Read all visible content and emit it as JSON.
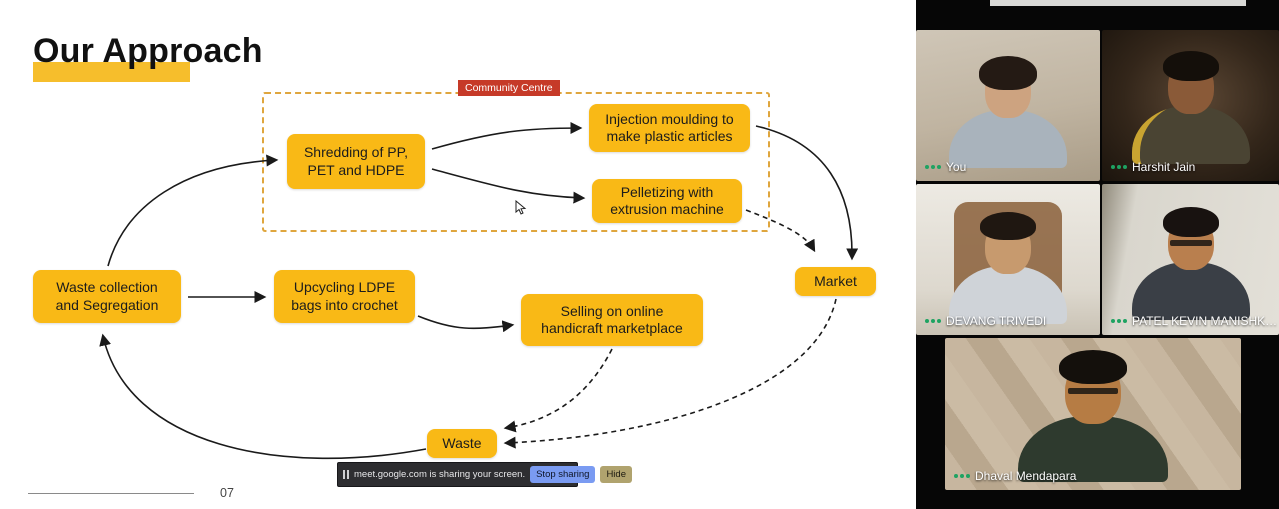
{
  "slide": {
    "title": "Our Approach",
    "page_number": "07",
    "diagram": {
      "community_centre_label": "Community Centre",
      "nodes": {
        "shredding": "Shredding of PP, PET and HDPE",
        "injection_moulding": "Injection moulding to make plastic articles",
        "pelletizing": "Pelletizing with extrusion machine",
        "waste_collection": "Waste collection and Segregation",
        "upcycling": "Upcycling LDPE bags into crochet",
        "selling": "Selling on online handicraft marketplace",
        "market": "Market",
        "waste": "Waste"
      }
    },
    "colors": {
      "node_yellow": "#F9B916",
      "community_label_red": "#C63A28",
      "title_highlight_yellow": "#F6BE2C",
      "dashed_border_orange": "#DFA63E"
    }
  },
  "share_banner": {
    "message": "meet.google.com is sharing your screen.",
    "stop_sharing_label": "Stop sharing",
    "hide_label": "Hide"
  },
  "participants": [
    {
      "name": "You"
    },
    {
      "name": "Harshit Jain"
    },
    {
      "name": "DEVANG TRIVEDI"
    },
    {
      "name": "PATEL KEVIN MANISHK…"
    },
    {
      "name": "Dhaval Mendapara"
    }
  ]
}
